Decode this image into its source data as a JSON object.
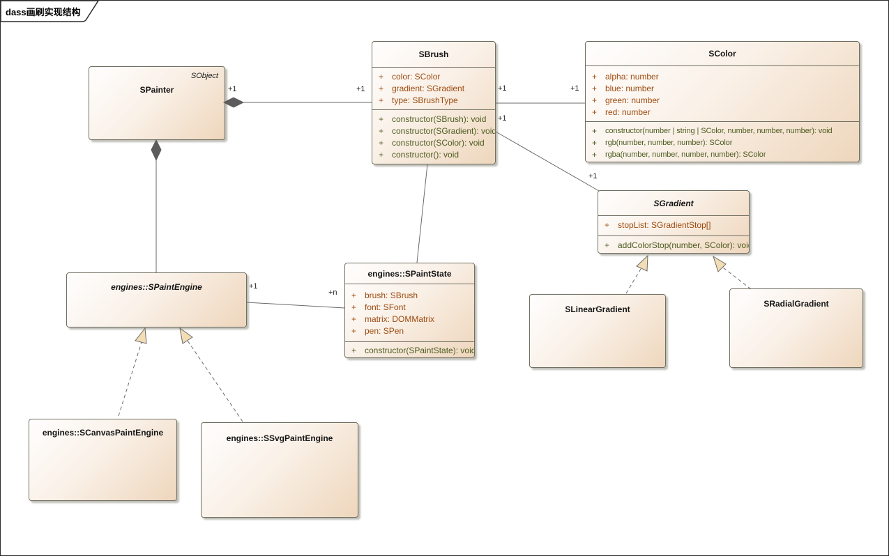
{
  "frame": {
    "tab_label": "dass画刷实现结构"
  },
  "member_prefix": "+",
  "colors": {
    "attribute_text": "#9c4a0e",
    "operation_text": "#4e5c20",
    "box_border": "#6f6f61",
    "box_fill_light": "#fffefe",
    "box_fill_dark": "#eed6bc",
    "connector_line": "#6a6a6a",
    "diamond_fill": "#5c5c5c",
    "triangle_fill": "#f3ddb4",
    "shadow": "#8c897d"
  },
  "classes": {
    "spainter": {
      "name": "SPainter",
      "annotation": "SObject"
    },
    "sbrush": {
      "name": "SBrush",
      "attributes": [
        "color: SColor",
        "gradient: SGradient",
        "type: SBrushType"
      ],
      "methods": [
        "constructor(SBrush): void",
        "constructor(SGradient): void",
        "constructor(SColor): void",
        "constructor(): void"
      ]
    },
    "scolor": {
      "name": "SColor",
      "attributes": [
        "alpha: number",
        "blue: number",
        "green: number",
        "red: number"
      ],
      "methods": [
        "constructor(number | string | SColor, number, number, number): void",
        "rgb(number, number, number): SColor",
        "rgba(number, number, number, number): SColor"
      ]
    },
    "sgradient": {
      "name": "SGradient",
      "attributes": [
        "stopList: SGradientStop[]"
      ],
      "methods": [
        "addColorStop(number, SColor): void"
      ]
    },
    "spaintengine": {
      "name": "engines::SPaintEngine"
    },
    "spaintstate": {
      "name": "engines::SPaintState",
      "attributes": [
        "brush: SBrush",
        "font: SFont",
        "matrix: DOMMatrix",
        "pen: SPen"
      ],
      "methods": [
        "constructor(SPaintState): void"
      ]
    },
    "slineargradient": {
      "name": "SLinearGradient"
    },
    "sradialgradient": {
      "name": "SRadialGradient"
    },
    "scanvaspaintengine": {
      "name": "engines::SCanvasPaintEngine"
    },
    "ssvgpaintengine": {
      "name": "engines::SSvgPaintEngine"
    }
  },
  "multiplicities": {
    "painter_brush_src": "+1",
    "painter_brush_tgt": "+1",
    "brush_color_src": "+1",
    "brush_color_tgt": "+1",
    "brush_gradient_src": "+1",
    "brush_gradient_tgt": "+1",
    "engine_state_src": "+1",
    "engine_state_tgt": "+n"
  }
}
